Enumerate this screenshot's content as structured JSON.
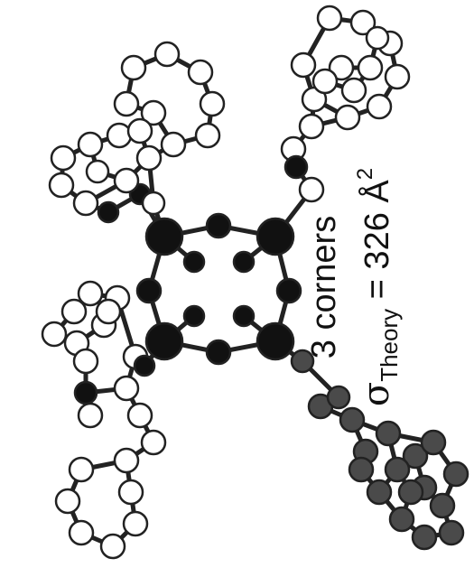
{
  "annotation": {
    "corners_text": "3 corners",
    "sigma_symbol": "σ",
    "sigma_subscript": "Theory",
    "value_text": " = 326 Å",
    "value_superscript": "2"
  },
  "colors": {
    "bond": "#222222",
    "open_atom_fill": "#ffffff",
    "black_atom_fill": "#111111",
    "grey_atom_fill": "#4a4a4a"
  }
}
